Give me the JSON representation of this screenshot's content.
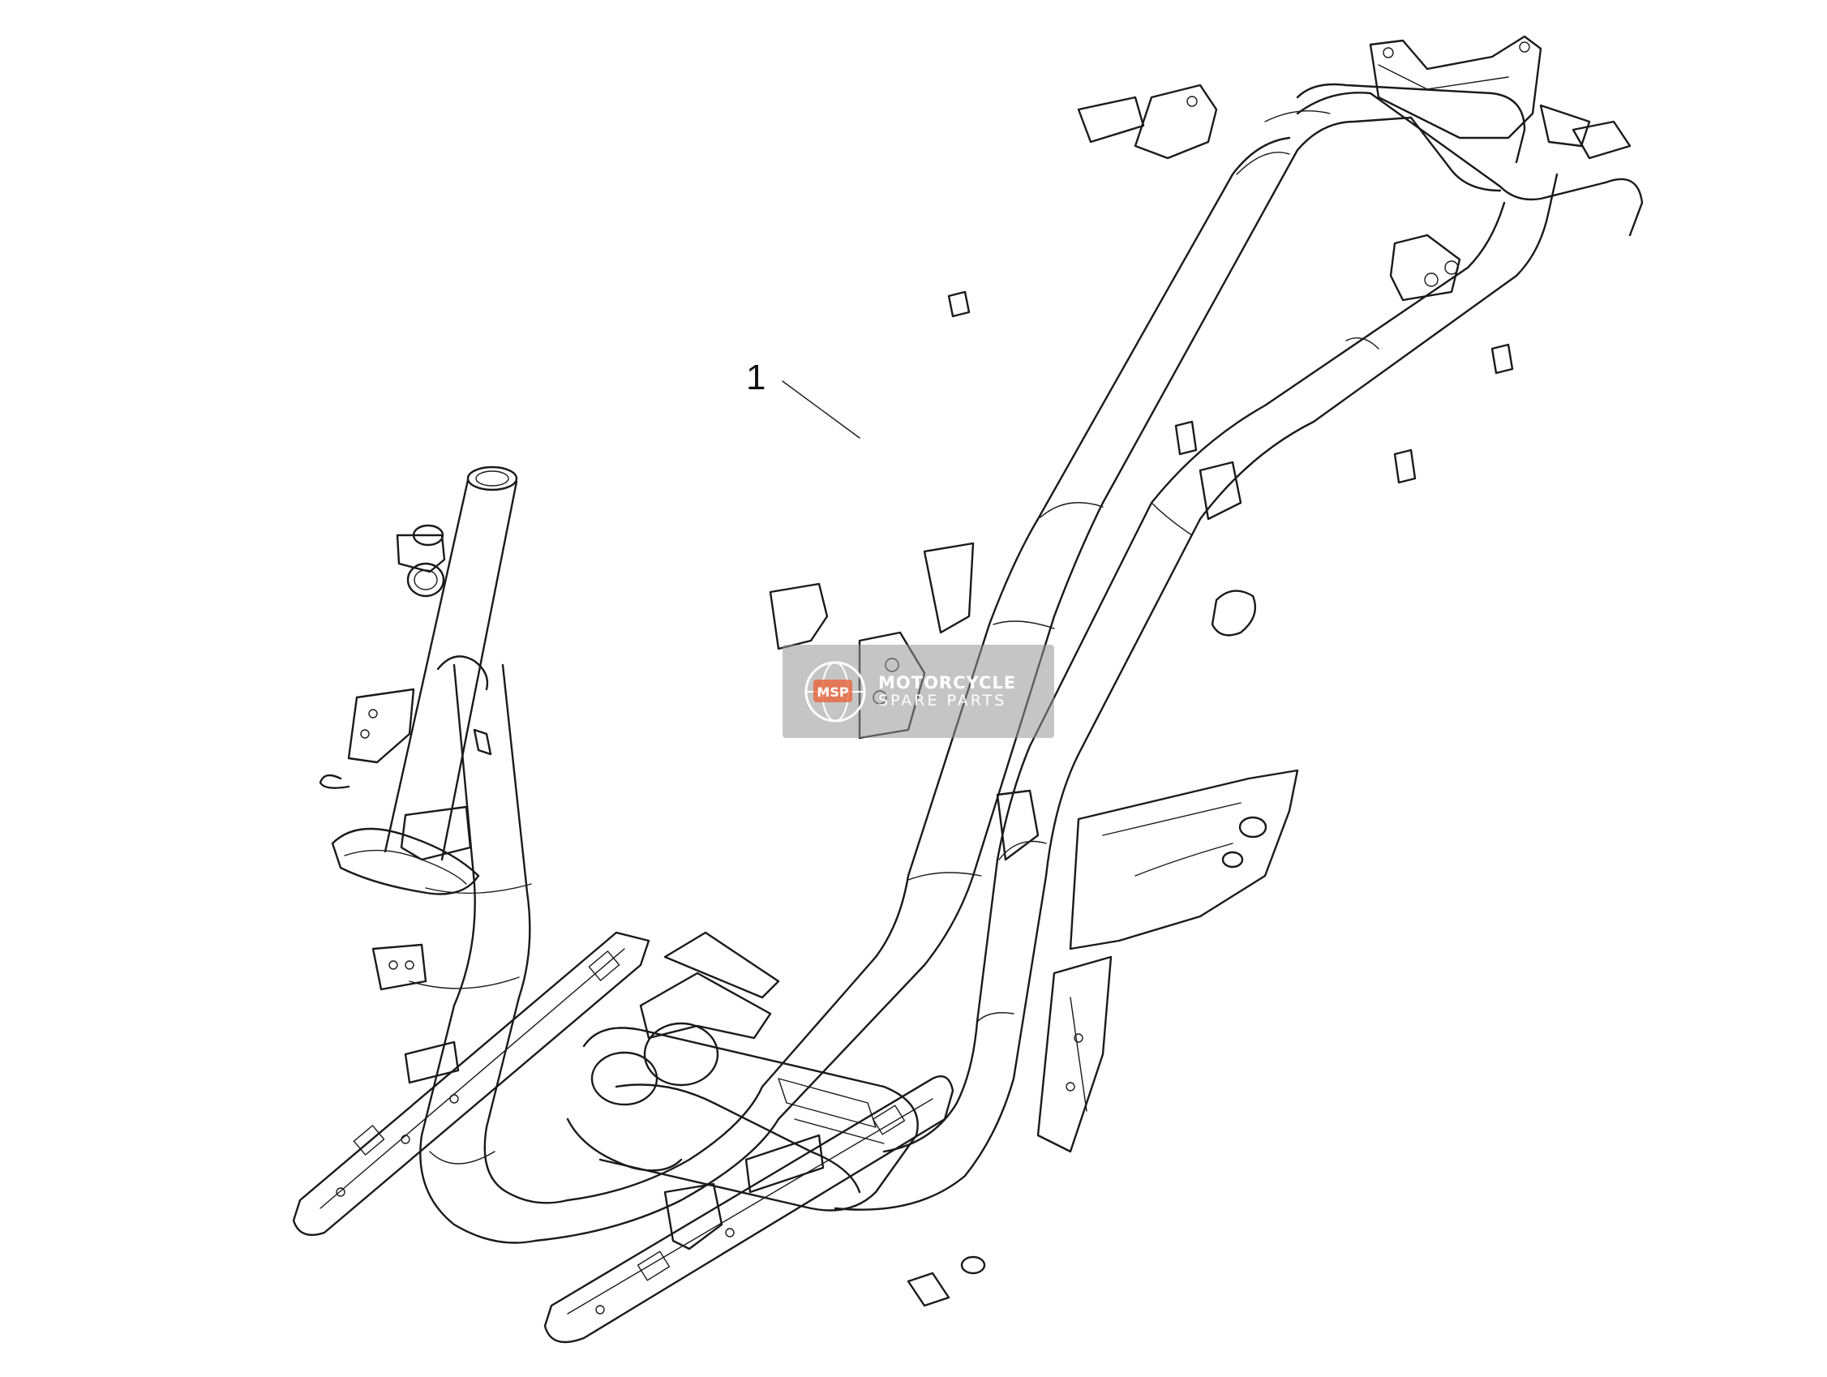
{
  "diagram": {
    "callouts": [
      {
        "label": "1"
      }
    ]
  },
  "watermark": {
    "line1": "MOTORCYCLE",
    "line2": "SPARE PARTS",
    "logo_text": "MSP"
  },
  "colors": {
    "line": "#1a1a1a",
    "background": "#ffffff",
    "watermark_bg": "#969696",
    "watermark_accent": "#e8643c"
  }
}
